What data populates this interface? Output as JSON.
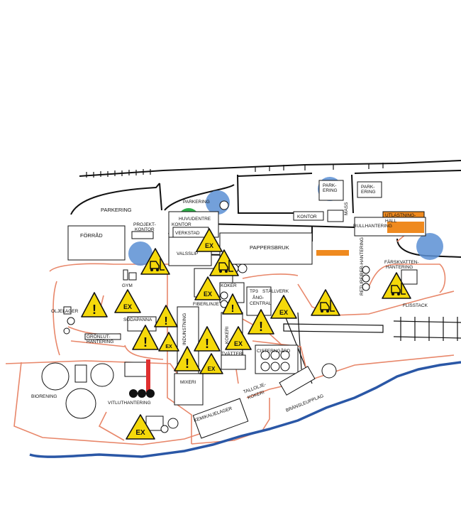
{
  "labels": {
    "parkering_w": "PARKERING",
    "parkering_c": "PARKERING",
    "parkering_ne1": "PARK-",
    "parkering_ne1b": "ERING",
    "parkering_ne2": "PARK-",
    "parkering_ne2b": "ERING",
    "forrad": "FÖRRÅD",
    "projekt1": "PROJEKT-",
    "projekt2": "KONTOR",
    "huvudcentral": "HUVUDENTRE",
    "kontor_w": "KONTOR",
    "verkstad": "VERKSTAD",
    "valsslip": "VALSSLIP",
    "pappersbruk": "PAPPERSBRUK",
    "kontor_e": "KONTOR",
    "mass": "MASS",
    "utlastning1": "UTLASTNING-",
    "utlastning2": "HALL",
    "rullhantering1": "RULLHANTERING",
    "farskvatten1": "FÄRSKVATTEN-",
    "farskvatten2": "HANTERING",
    "returfiber": "RETURFIBER-HANTERING",
    "gym": "GYM",
    "koker_top": "KOKER",
    "fiberlinje": "FIBERLINJE",
    "tp3": "TP3",
    "stallverk": "STÄLLVERK",
    "angcentral1": "ÅNG-",
    "angcentral2": "CENTRAL",
    "flisstack": "FLISSTACK",
    "oljelager": "OLJELAGER",
    "sodapanna": "SODAPANNA",
    "gronlut1": "GRÖNLUT-",
    "gronlut2": "HANTERING",
    "indunstning": "INDUNSTNING",
    "kokeri": "KOKERI",
    "cisternar": "CISTERNGÅRD",
    "tvatteri": "TVÄTTERI",
    "mixeri": "MIXERI",
    "biorening": "BIORENING",
    "vitlut": "VITLUTHANTERING",
    "kemikalielager": "KEMIKALIELAGER",
    "tallolje1": "TALLOLJE-",
    "tallolje2": "KOKERI",
    "bransleupplag": "BRÄNSLEUPPLAG"
  },
  "warning_signs": {
    "ex_text": "EX",
    "exclamation_text": "!"
  },
  "colors": {
    "warning_yellow": "#f5d90a",
    "parking_blue": "#5b8fd3",
    "entrance_green": "#2fae49",
    "loading_orange": "#ef8a1f",
    "fence_salmon": "#e8876a",
    "water_blue": "#2a57a6"
  }
}
